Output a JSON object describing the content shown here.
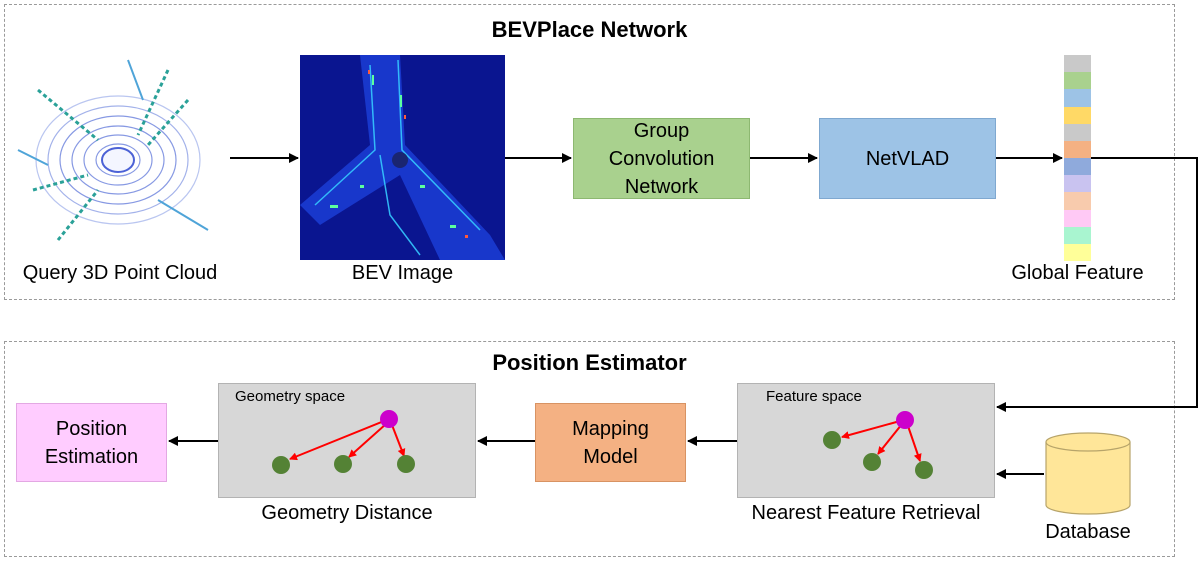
{
  "network": {
    "title": "BEVPlace Network",
    "query_label": "Query 3D Point Cloud",
    "bev_label": "BEV Image",
    "group_conv": [
      "Group",
      "Convolution",
      "Network"
    ],
    "netvlad": "NetVLAD",
    "global_feature_label": "Global Feature",
    "feature_colors": [
      "#c9c9c9",
      "#a9d18e",
      "#9dc3e6",
      "#ffd966",
      "#c9c9c9",
      "#f4b183",
      "#8faadc",
      "#c9c3f0",
      "#f8cbad",
      "#ffc9f5",
      "#a9f5d0",
      "#ffff99"
    ]
  },
  "estimator": {
    "title": "Position Estimator",
    "position_estimation": [
      "Position",
      "Estimation"
    ],
    "geometry_space_title": "Geometry space",
    "geometry_distance_label": "Geometry Distance",
    "mapping_model": [
      "Mapping",
      "Model"
    ],
    "feature_space_title": "Feature space",
    "nearest_feature_label": "Nearest Feature Retrieval",
    "database_label": "Database"
  },
  "colors": {
    "green_box": "#a9d18e",
    "blue_box": "#9dc3e6",
    "orange_box": "#f4b183",
    "pink_box": "#ffccff",
    "database": "#ffe699",
    "node_green": "#548235",
    "node_magenta": "#cc00cc",
    "arrow_red": "#ff0000"
  }
}
